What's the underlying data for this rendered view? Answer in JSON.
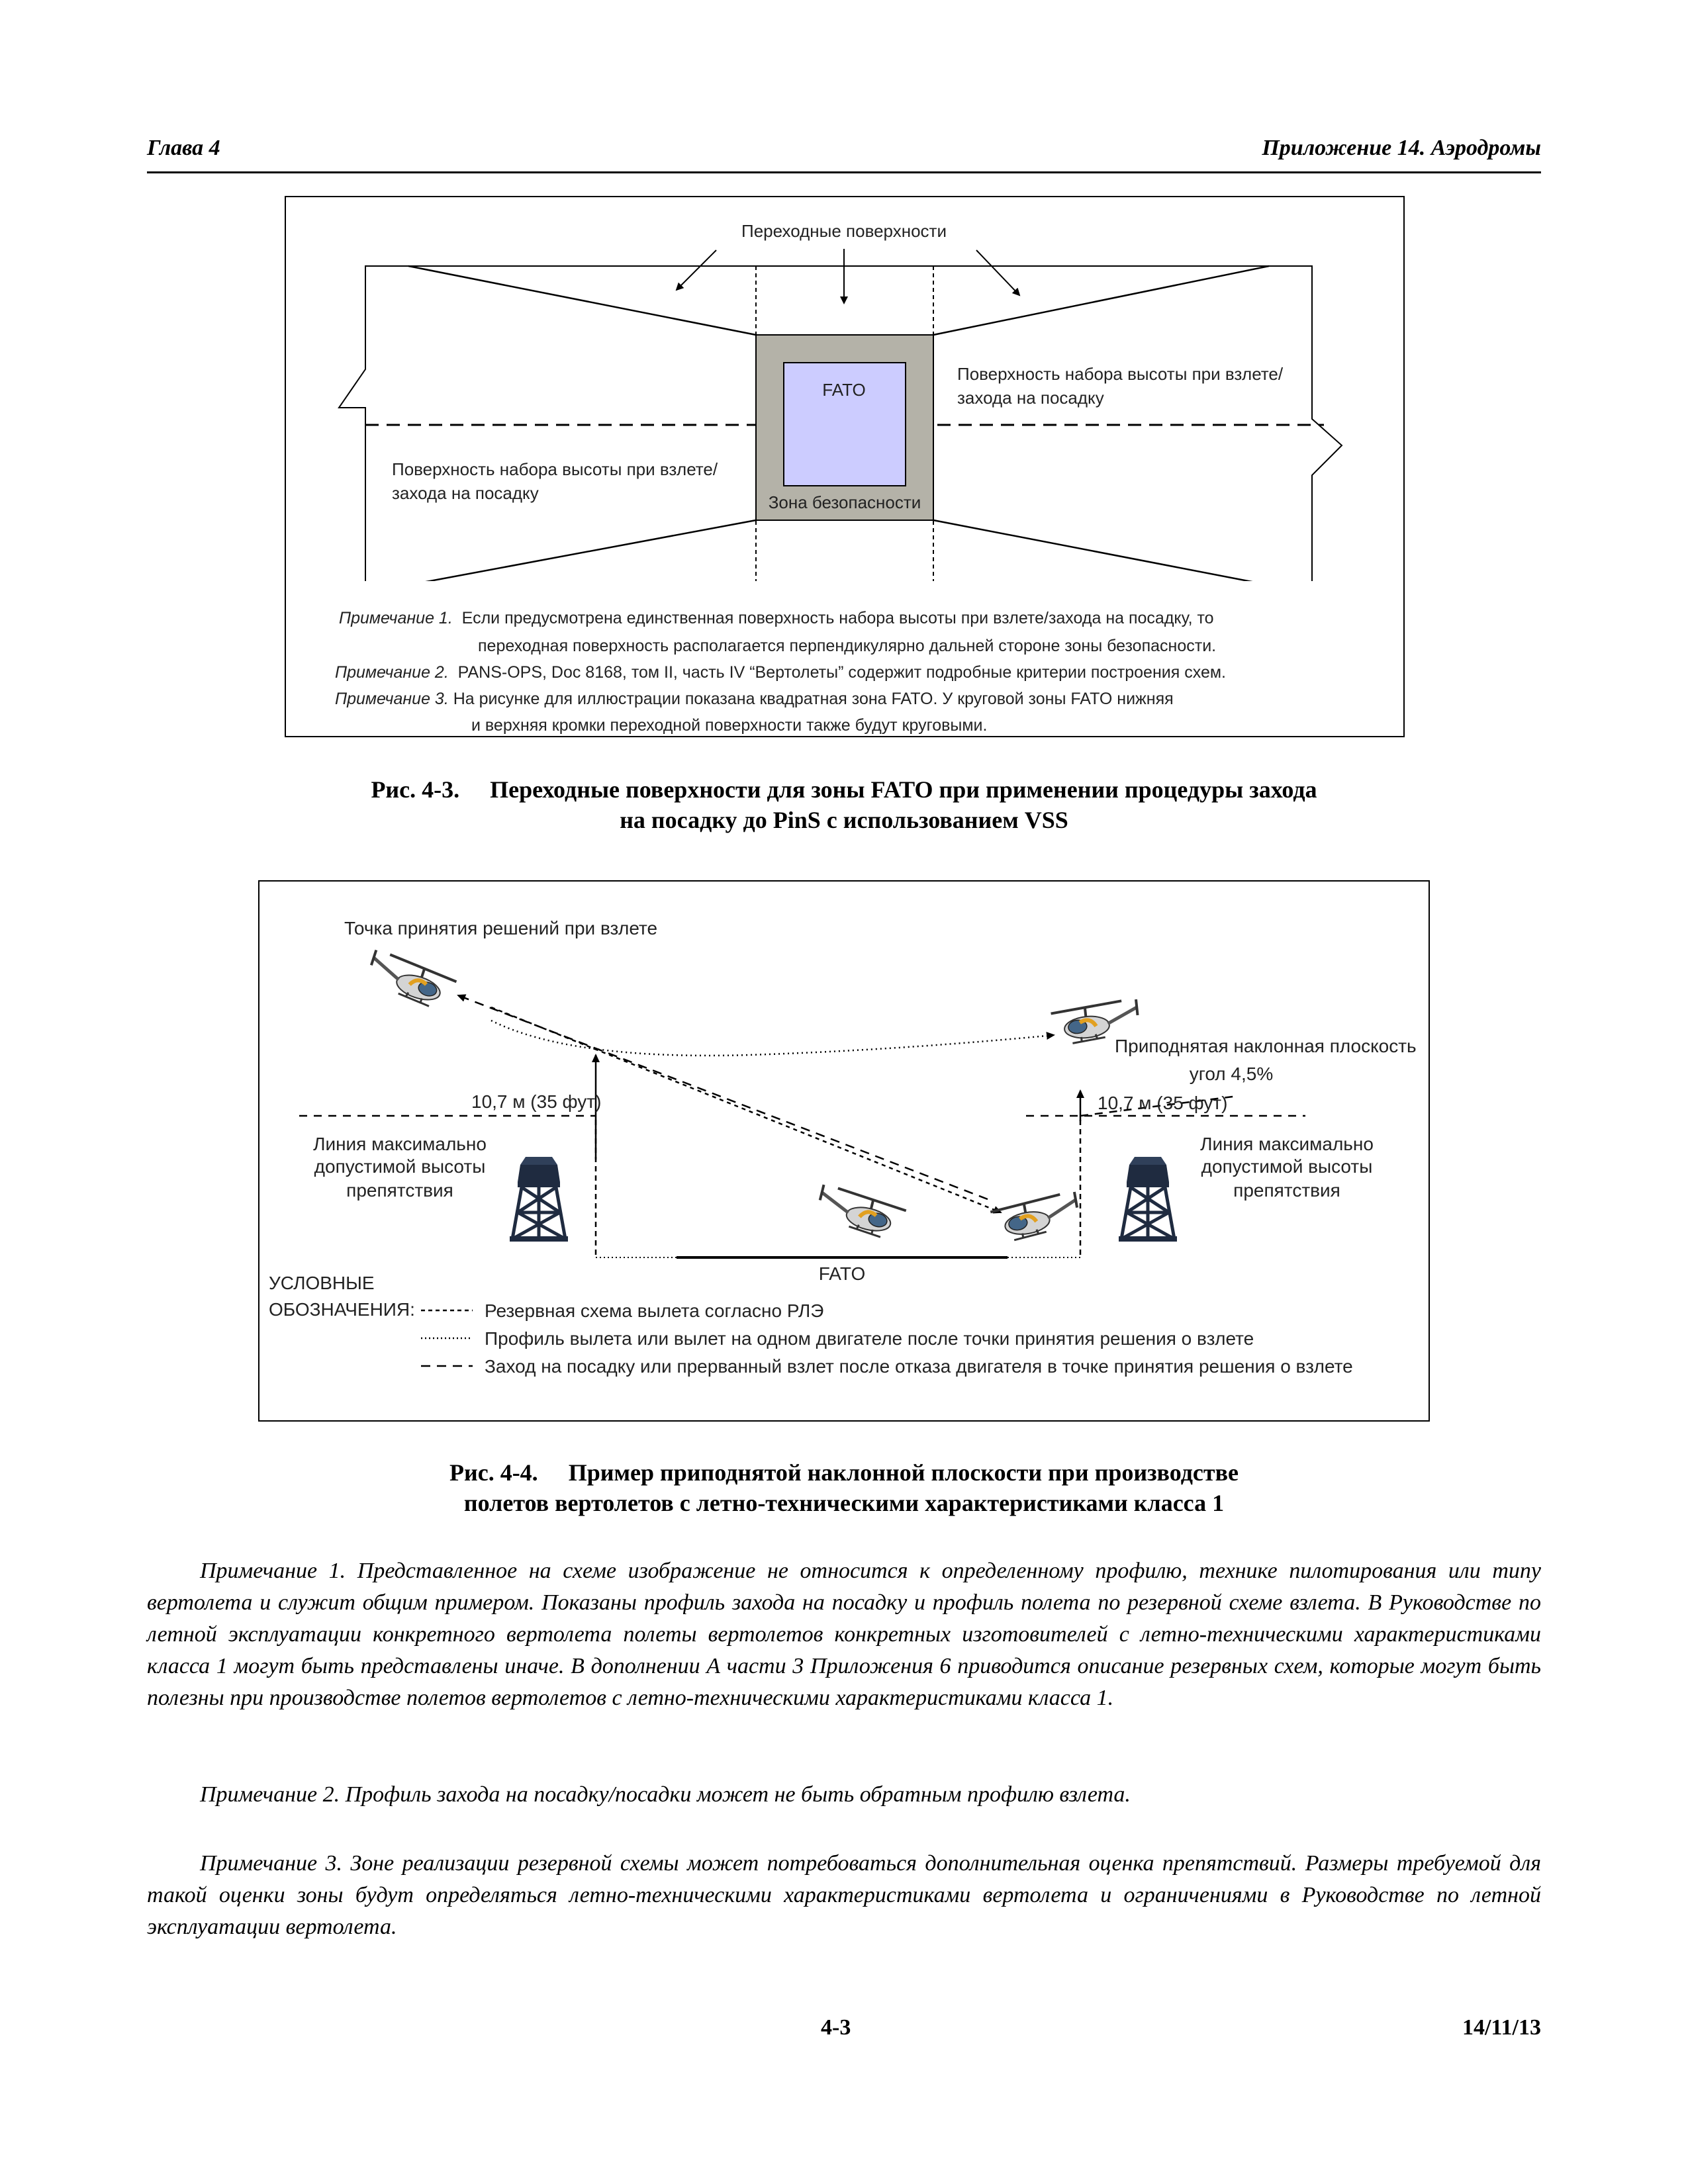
{
  "header": {
    "left": "Глава 4",
    "right": "Приложение 14.  Аэродромы"
  },
  "figure1": {
    "label_transitional": "Переходные поверхности",
    "label_fato": "FATO",
    "label_safety_area": "Зона безопасности",
    "label_climb_right_1": "Поверхность набора высоты при взлете/",
    "label_climb_right_2": "захода на посадку",
    "label_climb_left_1": "Поверхность набора высоты при взлете/",
    "label_climb_left_2": "захода на посадку",
    "notes": [
      {
        "label": "Примечание 1.",
        "text": "Если предусмотрена единственная поверхность набора высоты при взлете/захода на посадку, то"
      },
      {
        "label": "",
        "text": "переходная  поверхность располагается перпендикулярно дальней стороне зоны безопасности."
      },
      {
        "label": "Примечание 2.",
        "text": "PANS-OPS, Doc 8168, том II, часть IV “Вертолеты” содержит подробные критерии построения схем."
      },
      {
        "label": "Примечание 3.",
        "text": "На рисунке для иллюстрации показана квадратная зона FATO. У круговой зоны FATO нижняя"
      },
      {
        "label": "",
        "text": "и верхняя кромки переходной поверхности также будут круговыми."
      }
    ],
    "colors": {
      "safety_area": "#b4b2a8",
      "fato": "#ccccff"
    }
  },
  "caption1": {
    "number": "Рис. 4-3.",
    "line1": "Переходные поверхности для зоны FATO при применении процедуры захода",
    "line2": "на посадку до PinS с использованием VSS"
  },
  "figure2": {
    "label_tdp": "Точка принятия решений при взлете",
    "label_elevated_plane_1": "Приподнятая наклонная плоскость",
    "label_elevated_plane_2": "угол 4,5%",
    "label_height_left": "10,7 м (35 фут)",
    "label_height_right": "10,7 м (35 фут)",
    "label_obstacle_left": [
      "Линия максимально",
      "допустимой высоты",
      "препятствия"
    ],
    "label_obstacle_right": [
      "Линия максимально",
      "допустимой высоты",
      "препятствия"
    ],
    "label_fato": "FATO",
    "legend_title_1": "УСЛОВНЫЕ",
    "legend_title_2": "ОБОЗНАЧЕНИЯ:",
    "legend": [
      {
        "style": "short-dash",
        "text": "Резервная схема вылета согласно РЛЭ"
      },
      {
        "style": "dotted",
        "text": "Профиль вылета или вылет на одном двигателе после точки принятия решения о взлете"
      },
      {
        "style": "long-dash",
        "text": "Заход на посадку или прерванный взлет после отказа двигателя в точке принятия решения о взлете"
      }
    ],
    "icons": [
      "helicopter-icon",
      "tower-icon"
    ]
  },
  "caption2": {
    "number": "Рис. 4-4.",
    "line1": "Пример приподнятой наклонной плоскости при производстве",
    "line2": "полетов вертолетов с летно-техническими характеристиками класса 1"
  },
  "notes": [
    "Примечание 1. Представленное на схеме изображение не относится к определенному профилю, технике пилотирования или типу вертолета и служит общим примером. Показаны профиль захода на посадку и профиль полета по резервной схеме взлета. В Руководстве по летной эксплуатации конкретного вертолета полеты вертолетов конкретных изготовителей с летно-техническими характеристиками класса 1 могут быть представлены иначе. В дополнении А части 3 Приложения 6 приводится описание резервных схем, которые могут быть полезны при производстве полетов вертолетов с летно-техническими характеристиками класса 1.",
    "Примечание 2.  Профиль захода на посадку/посадки может не быть обратным профилю взлета.",
    "Примечание 3.  Зоне реализации резервной схемы может потребоваться дополнительная оценка препятствий. Размеры требуемой для такой оценки зоны будут определяться летно-техническими характеристиками вертолета и ограничениями в Руководстве по летной эксплуатации вертолета."
  ],
  "footer": {
    "page": "4-3",
    "date": "14/11/13"
  }
}
